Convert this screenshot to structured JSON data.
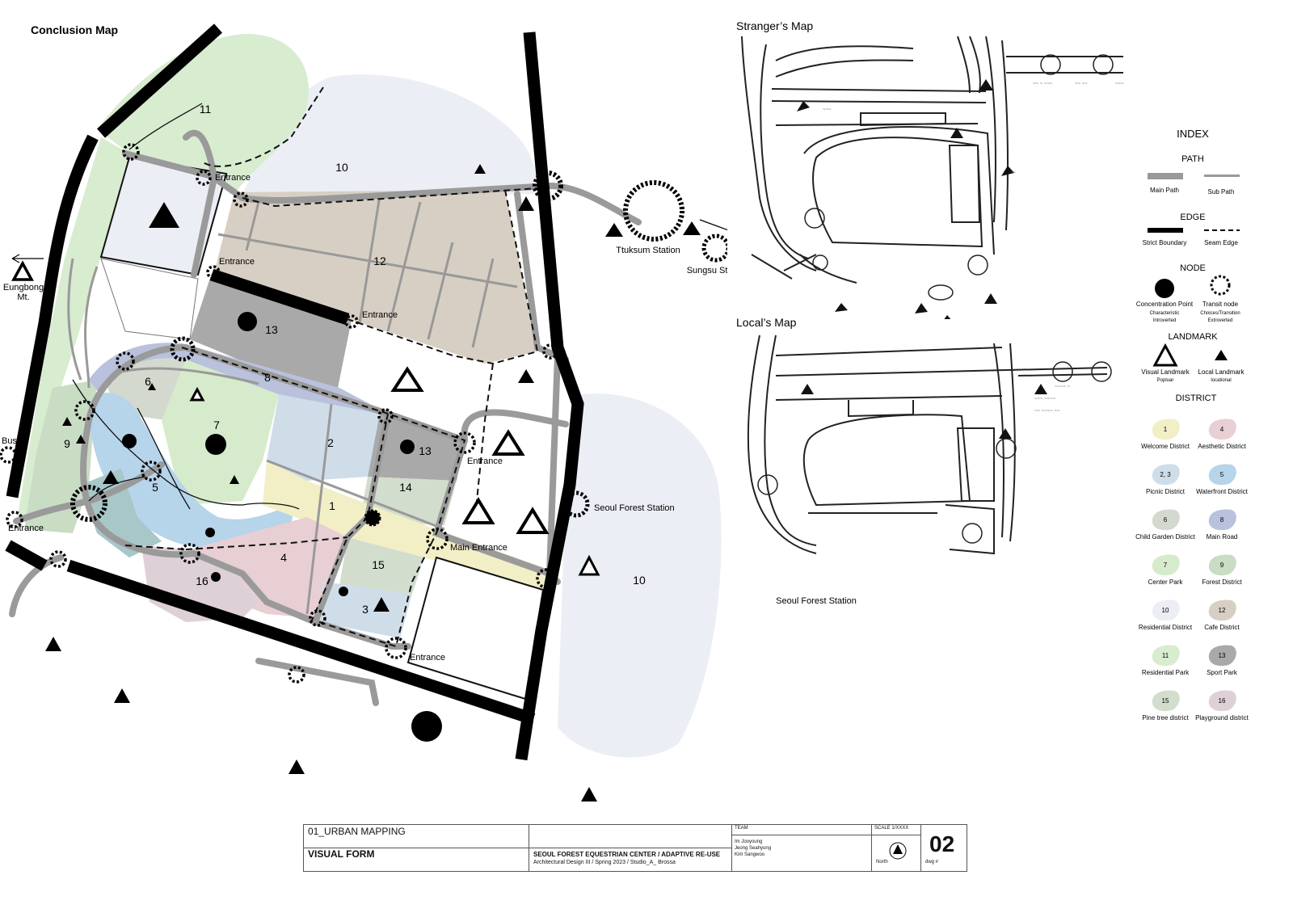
{
  "conclusion_map": {
    "title": "Conclusion Map",
    "district_numbers": [
      "1",
      "2",
      "3",
      "4",
      "5",
      "6",
      "7",
      "8",
      "9",
      "10",
      "10",
      "11",
      "12",
      "13",
      "13",
      "14",
      "15",
      "16"
    ],
    "labels": {
      "entrance": "Entrance",
      "main_entrance": "Main Entrance",
      "bus": "Bus",
      "eungbong_1": "Eungbong",
      "eungbong_2": "Mt.",
      "ttuksum": "Ttuksum Station",
      "sungsu": "Sungsu Station",
      "seoul_forest": "Seoul Forest Station"
    }
  },
  "stranger_map": {
    "title": "Stranger’s Map"
  },
  "local_map": {
    "title": "Local’s Map",
    "station_label": "Seoul Forest Station"
  },
  "index": {
    "title": "INDEX",
    "path": {
      "heading": "PATH",
      "main": "Main Path",
      "sub": "Sub Path"
    },
    "edge": {
      "heading": "EDGE",
      "strict": "Strict Boundary",
      "seam": "Seam Edge"
    },
    "node": {
      "heading": "NODE",
      "concentration": "Concentration Point",
      "concentration_sub1": "Characteristic",
      "concentration_sub2": "Introverted",
      "transit": "Transit node",
      "transit_sub1": "Choices/Transition",
      "transit_sub2": "Extroverted"
    },
    "landmark": {
      "heading": "LANDMARK",
      "visual": "Visual Landmark",
      "visual_sub": "Popluar",
      "local": "Local Landmark",
      "local_sub": "locational"
    },
    "district": {
      "heading": "DISTRICT",
      "items": [
        {
          "num": "1",
          "label": "Welcome District",
          "color": "#f2eec6"
        },
        {
          "num": "4",
          "label": "Aesthetic District",
          "color": "#e8cfd3"
        },
        {
          "num": "2, 3",
          "label": "Picnic District",
          "color": "#cfdde9"
        },
        {
          "num": "5",
          "label": "Waterfront District",
          "color": "#b6d4ea"
        },
        {
          "num": "6",
          "label": "Child Garden District",
          "color": "#d3d9ce"
        },
        {
          "num": "8",
          "label": "Main Road",
          "color": "#b9c1dc"
        },
        {
          "num": "7",
          "label": "Center Park",
          "color": "#d6ebcb"
        },
        {
          "num": "9",
          "label": "Forest District",
          "color": "#c9dcc4"
        },
        {
          "num": "10",
          "label": "Residential District",
          "color": "#eceef5"
        },
        {
          "num": "12",
          "label": "Cafe District",
          "color": "#d7cfc3"
        },
        {
          "num": "11",
          "label": "Residential Park",
          "color": "#d8ecd0"
        },
        {
          "num": "13",
          "label": "Sport Park",
          "color": "#a9a9a9"
        },
        {
          "num": "15",
          "label": "Pine tree district",
          "color": "#d3ddcd"
        },
        {
          "num": "16",
          "label": "Playground district",
          "color": "#ddd0d6"
        }
      ]
    }
  },
  "title_block": {
    "section": "01_URBAN MAPPING",
    "sheet_title": "VISUAL FORM",
    "project": "SEOUL FOREST EQUESTRIAN CENTER / ADAPTIVE RE-USE",
    "course": "Architectural Design III / Spring 2023 / Studio_A_ Brossa",
    "team_label": "TEAM",
    "team": [
      "Im Jooyoung",
      "Jeong Seahyung",
      "Kim Sangwoo"
    ],
    "scale": "SCALE 1/XXXX",
    "north": "North",
    "dwg_number": "02",
    "dwg_label": "dwg #"
  }
}
